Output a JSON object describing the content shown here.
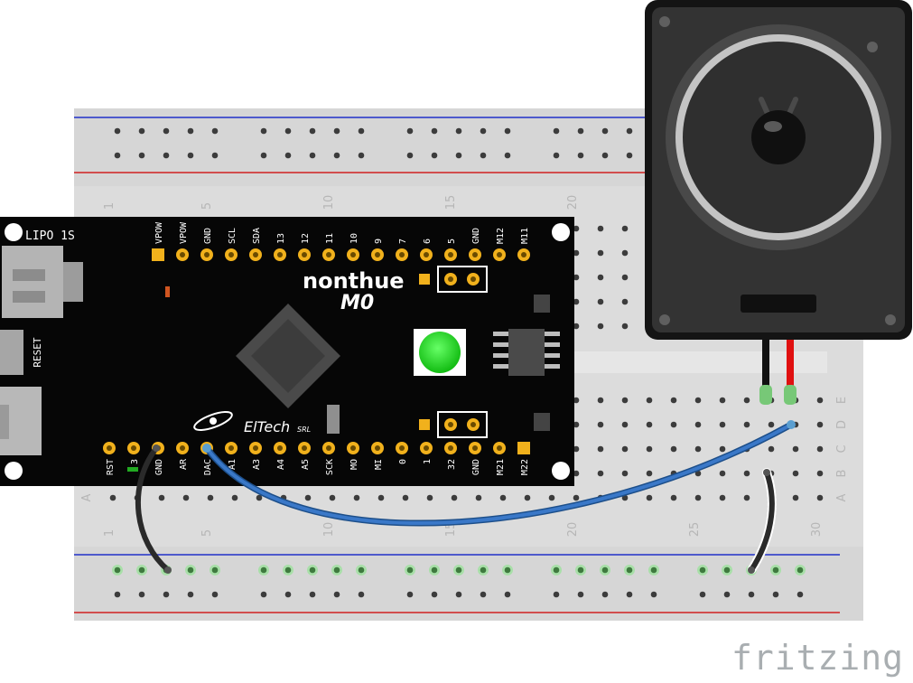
{
  "board": {
    "name": "nonthue",
    "model": "M0",
    "maker": "ElTech",
    "maker_suffix": "SRL",
    "battery_label": "LIPO 1S",
    "reset_label": "RESET",
    "top_pins": [
      "VPOW",
      "VPOW",
      "GND",
      "SCL",
      "SDA",
      "13",
      "12",
      "11",
      "10",
      "9",
      "7",
      "6",
      "5",
      "GND",
      "M12",
      "M11"
    ],
    "bottom_pins": [
      "RST",
      "3",
      "GND",
      "AR",
      "DAC",
      "A1",
      "A3",
      "A4",
      "A5",
      "SCK",
      "MO",
      "MI",
      "0",
      "1",
      "32",
      "GND",
      "M21",
      "M22"
    ],
    "led_color": "#22dd22"
  },
  "breadboard": {
    "column_numbers_top": [
      "1",
      "5",
      "10",
      "15",
      "20"
    ],
    "column_numbers_bottom": [
      "1",
      "5",
      "10",
      "15",
      "20",
      "25",
      "30"
    ],
    "row_letters": [
      "E",
      "D",
      "C",
      "B",
      "A"
    ],
    "row_letter_left": "A"
  },
  "speaker": {
    "lead_colors": [
      "#111111",
      "#e01010"
    ]
  },
  "wires": [
    {
      "name": "dac-to-speaker",
      "color": "#3a78c8"
    },
    {
      "name": "gnd-to-rail",
      "color": "#2a2a2a"
    },
    {
      "name": "speaker-gnd-to-rail",
      "color": "#2a2a2a"
    }
  ],
  "logo": "fritzing"
}
